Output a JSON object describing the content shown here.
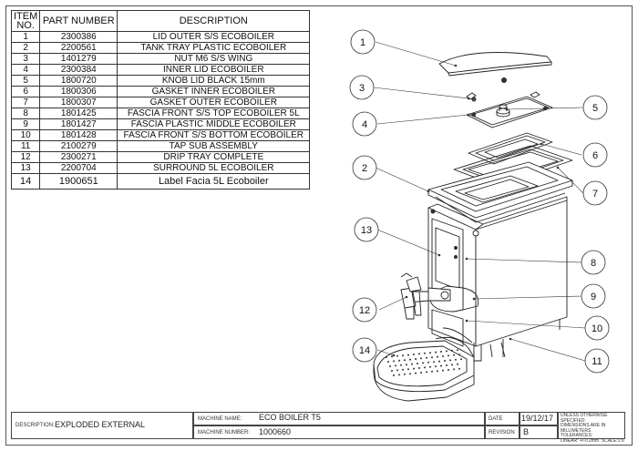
{
  "bom": {
    "headers": {
      "item": "ITEM NO.",
      "part_number": "PART NUMBER",
      "description": "DESCRIPTION"
    },
    "rows": [
      {
        "item": "1",
        "part_number": "2300386",
        "description": "LID OUTER S/S ECOBOILER"
      },
      {
        "item": "2",
        "part_number": "2200561",
        "description": "TANK TRAY PLASTIC ECOBOILER"
      },
      {
        "item": "3",
        "part_number": "1401279",
        "description": "NUT M6 S/S WING"
      },
      {
        "item": "4",
        "part_number": "2300384",
        "description": "INNER LID ECOBOILER"
      },
      {
        "item": "5",
        "part_number": "1800720",
        "description": "KNOB LID BLACK 15mm"
      },
      {
        "item": "6",
        "part_number": "1800306",
        "description": "GASKET INNER ECOBOILER"
      },
      {
        "item": "7",
        "part_number": "1800307",
        "description": "GASKET OUTER ECOBOILER"
      },
      {
        "item": "8",
        "part_number": "1801425",
        "description": "FASCIA FRONT S/S TOP ECOBOILER 5L"
      },
      {
        "item": "9",
        "part_number": "1801427",
        "description": "FASCIA PLASTIC MIDDLE ECOBOILER"
      },
      {
        "item": "10",
        "part_number": "1801428",
        "description": "FASCIA FRONT S/S BOTTOM ECOBOILER"
      },
      {
        "item": "11",
        "part_number": "2100279",
        "description": "TAP SUB ASSEMBLY"
      },
      {
        "item": "12",
        "part_number": "2300271",
        "description": "DRIP TRAY COMPLETE"
      },
      {
        "item": "13",
        "part_number": "2200704",
        "description": "SURROUND 5L ECOBOILER"
      },
      {
        "item": "14",
        "part_number": "1900651",
        "description": "Label Facia 5L Ecoboiler"
      }
    ]
  },
  "balloons": [
    "1",
    "2",
    "3",
    "4",
    "5",
    "6",
    "7",
    "8",
    "9",
    "10",
    "11",
    "12",
    "13",
    "14"
  ],
  "title_block": {
    "description_label": "DESCRIPTION:",
    "description_value": "EXPLODED EXTERNAL",
    "machine_name_label": "MACHINE NAME:",
    "machine_name_value": "ECO BOILER T5",
    "machine_number_label": "MACHINE NUMBER:",
    "machine_number_value": "1000660",
    "date_label": "DATE",
    "date_value": "19/12/17",
    "revision_label": "REVISION",
    "revision_value": "B",
    "tolerance_line1": "UNLESS OTHERWISE SPECIFIED:",
    "tolerance_line2": "DIMENSIONS ARE IN MILLIMETERS",
    "tolerance_line3": "TOLERANCES:",
    "tolerance_line4": "LINEAR: +/-0.2mm",
    "scale_label": "SCALE:1:6"
  }
}
